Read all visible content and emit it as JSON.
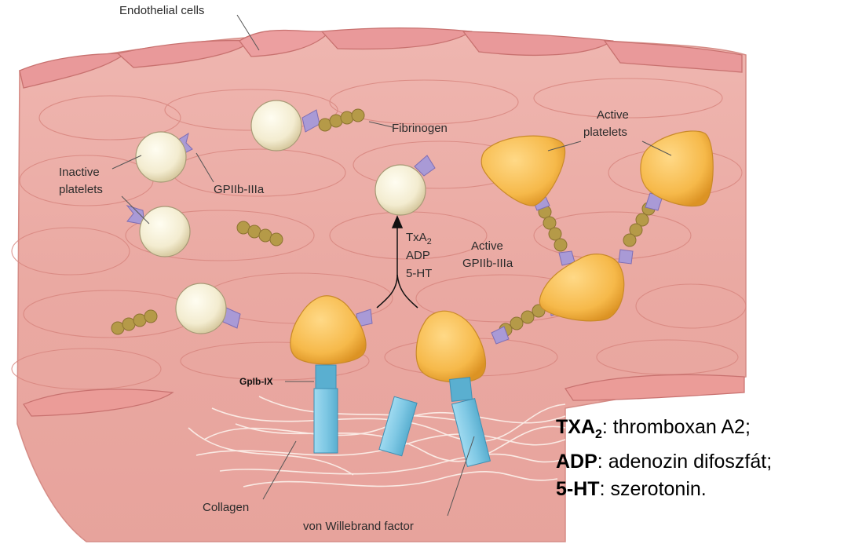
{
  "labels": {
    "endothelial_cells": "Endothelial cells",
    "fibrinogen": "Fibrinogen",
    "inactive_line1": "Inactive",
    "inactive_line2": "platelets",
    "gpiib_iiia": "GPIIb-IIIa",
    "active_platelets_line1": "Active",
    "active_platelets_line2": "platelets",
    "txa": "TxA",
    "txa_sub": "2",
    "adp": "ADP",
    "ht5": "5-HT",
    "active_gp_line1": "Active",
    "active_gp_line2": "GPIIb-IIIa",
    "gpib_ix": "GpIb-IX",
    "collagen": "Collagen",
    "vwf": "von Willebrand factor"
  },
  "legend": [
    {
      "term": "TXA",
      "sub": "2",
      "desc": ": thromboxan A2;"
    },
    {
      "term": "ADP",
      "sub": "",
      "desc": ": adenozin difoszfát;"
    },
    {
      "term": "5-HT",
      "sub": "",
      "desc": ": szerotonin."
    }
  ],
  "colors": {
    "vessel_wall": "#e9a9a3",
    "cell_outline": "#d07f7a",
    "endothelium": "#e89c97",
    "inactive_platelet": "#f3ecd0",
    "active_platelet": "#f6b94a",
    "receptor": "#a99ad6",
    "fibrinogen": "#b59a48",
    "gpib": "#7fc8e4",
    "collagen": "#fbeae4"
  }
}
